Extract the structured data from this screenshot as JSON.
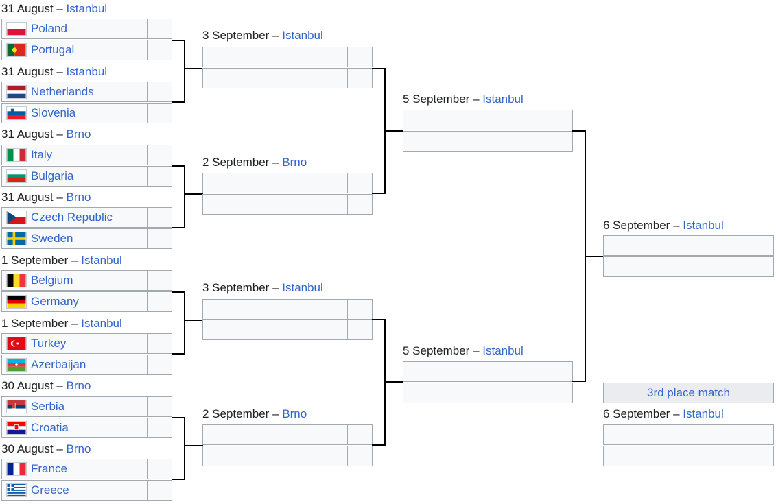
{
  "round1": [
    {
      "date": "31 August",
      "venue": "Istanbul",
      "teams": [
        {
          "name": "Poland",
          "flag": "poland-flag-icon"
        },
        {
          "name": "Portugal",
          "flag": "portugal-flag-icon"
        }
      ]
    },
    {
      "date": "31 August",
      "venue": "Istanbul",
      "teams": [
        {
          "name": "Netherlands",
          "flag": "netherlands-flag-icon"
        },
        {
          "name": "Slovenia",
          "flag": "slovenia-flag-icon"
        }
      ]
    },
    {
      "date": "31 August",
      "venue": "Brno",
      "teams": [
        {
          "name": "Italy",
          "flag": "italy-flag-icon"
        },
        {
          "name": "Bulgaria",
          "flag": "bulgaria-flag-icon"
        }
      ]
    },
    {
      "date": "31 August",
      "venue": "Brno",
      "teams": [
        {
          "name": "Czech Republic",
          "flag": "czech-republic-flag-icon"
        },
        {
          "name": "Sweden",
          "flag": "sweden-flag-icon"
        }
      ]
    },
    {
      "date": "1 September",
      "venue": "Istanbul",
      "teams": [
        {
          "name": "Belgium",
          "flag": "belgium-flag-icon"
        },
        {
          "name": "Germany",
          "flag": "germany-flag-icon"
        }
      ]
    },
    {
      "date": "1 September",
      "venue": "Istanbul",
      "teams": [
        {
          "name": "Turkey",
          "flag": "turkey-flag-icon"
        },
        {
          "name": "Azerbaijan",
          "flag": "azerbaijan-flag-icon"
        }
      ]
    },
    {
      "date": "30 August",
      "venue": "Brno",
      "teams": [
        {
          "name": "Serbia",
          "flag": "serbia-flag-icon"
        },
        {
          "name": "Croatia",
          "flag": "croatia-flag-icon"
        }
      ]
    },
    {
      "date": "30 August",
      "venue": "Brno",
      "teams": [
        {
          "name": "France",
          "flag": "france-flag-icon"
        },
        {
          "name": "Greece",
          "flag": "greece-flag-icon"
        }
      ]
    }
  ],
  "quarterfinals": [
    {
      "date": "3 September",
      "venue": "Istanbul"
    },
    {
      "date": "2 September",
      "venue": "Brno"
    },
    {
      "date": "3 September",
      "venue": "Istanbul"
    },
    {
      "date": "2 September",
      "venue": "Brno"
    }
  ],
  "semifinals": [
    {
      "date": "5 September",
      "venue": "Istanbul"
    },
    {
      "date": "5 September",
      "venue": "Istanbul"
    }
  ],
  "final": {
    "date": "6 September",
    "venue": "Istanbul"
  },
  "third_place": {
    "label": "3rd place match",
    "date": "6 September",
    "venue": "Istanbul"
  },
  "separator": " – ",
  "colors": {
    "link": "#3366cc",
    "cell_bg": "#f8f9fa",
    "cell_border": "#a2a9b1",
    "header_bg": "#eaecf0",
    "connector": "#000000"
  }
}
